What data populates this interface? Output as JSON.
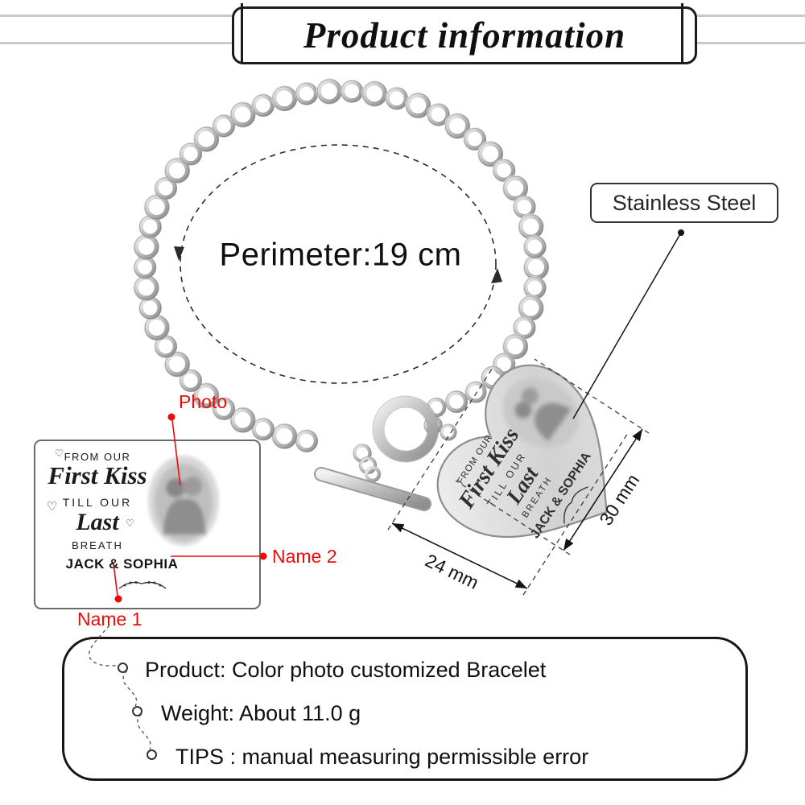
{
  "page": {
    "title": "Product information"
  },
  "bracelet": {
    "perimeter": "Perimeter:19 cm",
    "material": "Stainless Steel",
    "charm_width": "24 mm",
    "charm_height": "30 mm"
  },
  "engraving": {
    "line1": "FROM OUR",
    "line2": "First Kiss",
    "line3": "TILL OUR",
    "line4": "Last",
    "line5": "BREATH",
    "names": "JACK & SOPHIA"
  },
  "callouts": {
    "photo": "Photo",
    "name1": "Name 1",
    "name2": "Name 2"
  },
  "specs": {
    "product": "Product: Color photo customized Bracelet",
    "weight": "Weight: About 11.0 g",
    "tips": "TIPS : manual measuring permissible error"
  },
  "icons": {
    "heart": "♡"
  },
  "colors": {
    "accent_red": "#ef0a0a",
    "metal": "#c6c6c6",
    "ink": "#151515"
  }
}
